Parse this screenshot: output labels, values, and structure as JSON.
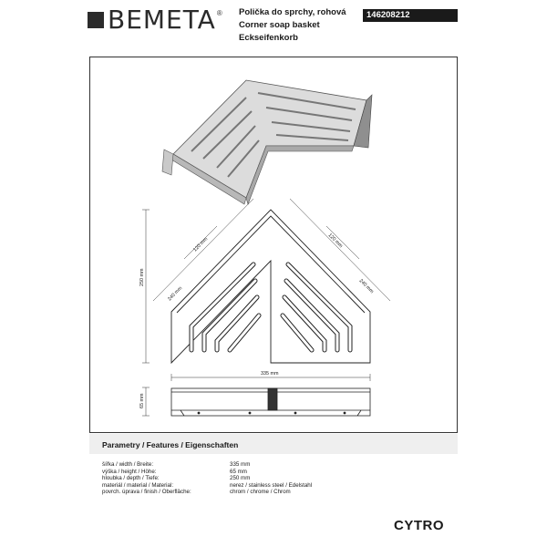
{
  "header": {
    "brand": "Bemeta",
    "registered": "®",
    "title_cz": "Polička do sprchy, rohová",
    "title_en": "Corner soap basket",
    "title_de": "Eckseifenkorb",
    "product_code": "146208212"
  },
  "drawing": {
    "dim_width": "335 mm",
    "dim_depth": "250 mm",
    "dim_height": "65 mm",
    "dim_side_left": "240 mm",
    "dim_side_right": "240 mm",
    "dim_slot_left": "120 mm",
    "dim_slot_right": "120 mm"
  },
  "parameters": {
    "heading": "Parametry / Features / Eigenschaften",
    "rows": [
      {
        "label": "šířka / width / Breite:",
        "value": "335 mm"
      },
      {
        "label": "výška / height / Höhe:",
        "value": "65 mm"
      },
      {
        "label": "hloubka / depth / Tiefe:",
        "value": "250 mm"
      },
      {
        "label": "materiál / material / Material:",
        "value": "nerez / stainless steel / Edelstahl"
      },
      {
        "label": "povrch. úprava / finish / Oberfläche:",
        "value": "chrom / chrome / Chrom"
      }
    ]
  },
  "product_name": "CYTRO",
  "colors": {
    "ink": "#1a1a1a",
    "panel": "#efefef"
  }
}
